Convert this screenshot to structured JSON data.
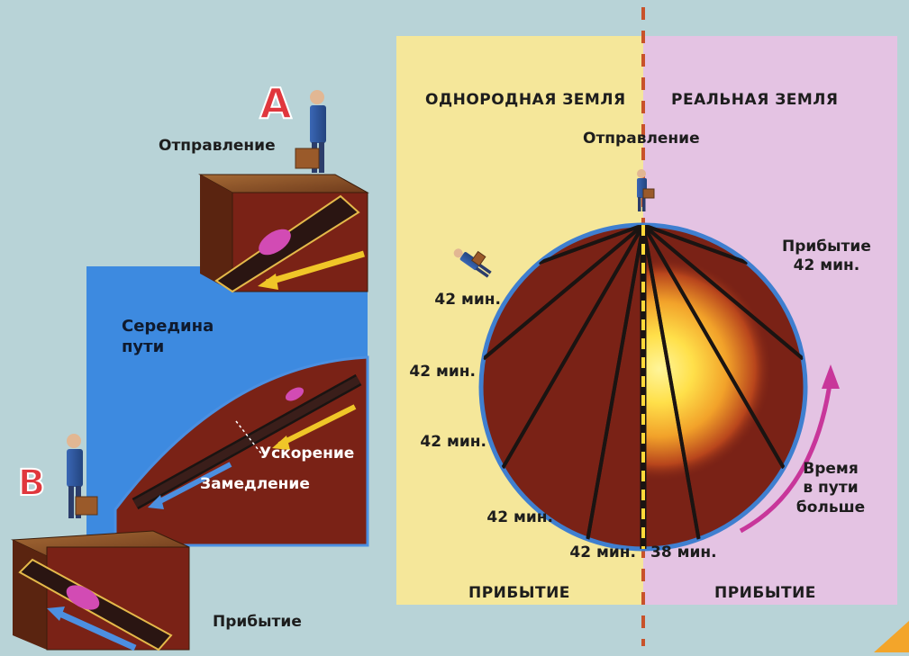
{
  "colors": {
    "background": "#b8d3d7",
    "uniform_panel": "#f5e79a",
    "real_panel": "#e4c3e3",
    "blue_panel": "#3d8ae0",
    "earth": "#7a2216",
    "earth_rim": "#3f7fd0",
    "core_yellow": "#ffe85a",
    "dashed_divider": "#c8522a",
    "letter_red": "#e0373d",
    "arrow_yellow": "#f0c628",
    "arrow_blue": "#4c8fe0",
    "arrow_magenta": "#c8369a"
  },
  "left": {
    "letter_a": "A",
    "letter_b": "B",
    "departure": "Отправление",
    "midway": "Середина\nпути",
    "acceleration": "Ускорение",
    "deceleration": "Замедление",
    "arrival": "Прибытие"
  },
  "right": {
    "uniform_header": "ОДНОРОДНАЯ ЗЕМЛЯ",
    "real_header": "РЕАЛЬНАЯ ЗЕМЛЯ",
    "departure": "Отправление",
    "arrival_top": "Прибытие\n42 мин.",
    "times_left": [
      "42 мин.",
      "42 мин.",
      "42 мин.",
      "42 мин.",
      "42 мин."
    ],
    "time_center": "38 мин.",
    "longer_time": "Время\nв пути\nбольше",
    "arrival_uniform": "ПРИБЫТИЕ",
    "arrival_real": "ПРИБЫТИЕ"
  }
}
